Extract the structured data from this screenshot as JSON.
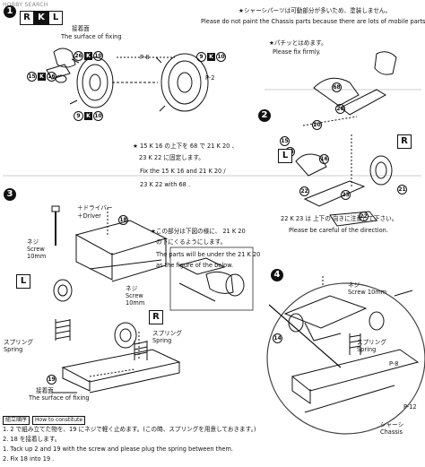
{
  "watermark": "HOBBY SEARCH",
  "steps": {
    "s1": "1",
    "s2": "2",
    "s3": "3",
    "s4": "4"
  },
  "boxes": {
    "r": "R",
    "k": "K",
    "l": "L"
  },
  "step1": {
    "fix_surface_jp": "接着面",
    "fix_surface_en": "The surface of fixing",
    "parts": [
      "26",
      "10",
      "15",
      "16",
      "9",
      "10",
      "9",
      "10"
    ],
    "ref_labels": [
      "P-8",
      "P-2"
    ]
  },
  "top_note": {
    "jp": "★シャーシパーツは可動部分が多いため、塗装しません。",
    "en": "Please do not paint the Chassis parts because there are lots of mobile parts."
  },
  "step2_note": {
    "jp": "★パチッとはめます。",
    "en": "Please fix firmly."
  },
  "step2_parts": [
    "20",
    "68",
    "20",
    "15",
    "16",
    "16",
    "22",
    "23",
    "22",
    "21"
  ],
  "mid_note": {
    "jp1": "★ 15 K 16 の上下を 68 で 21 K 20 、",
    "jp2": "23 K 22 に固定します。",
    "en1": "Fix the 15 K 16 and 21 K 20 /",
    "en2": "23 K 22 with 68 ."
  },
  "dir_note": {
    "jp": "22 K 23 は 上下の 向きに注意して下さい。",
    "en": "Please be careful of the direction."
  },
  "step3": {
    "driver_jp": "＋ドライバー",
    "driver_en": "＋Driver",
    "screw_jp": "ネジ",
    "screw_en": "Screw",
    "screw_size": "10mm",
    "spring_jp": "スプリング",
    "spring_en": "Spring",
    "fix_jp": "接着面",
    "fix_en": "The surface of fixing",
    "parts": [
      "18",
      "19"
    ],
    "note_jp1": "★この部分は下図の様に、 21 K 20",
    "note_jp2": "の下にくるようにします。",
    "note_en1": "The parts will be under the 21 K 20",
    "note_en2": "as the figure of the below."
  },
  "step4": {
    "screw_jp": "ネジ",
    "screw_en": "Screw 10mm",
    "spring_jp": "スプリング",
    "spring_en": "Spring",
    "chassis_jp": "シャーシ",
    "chassis_en": "Chassis",
    "parts": [
      "14"
    ],
    "ref_labels": [
      "P-8",
      "P-12"
    ]
  },
  "howto": {
    "head_jp": "組立順序",
    "head_en": "How to constitute",
    "line1": "1. 2 で組み立てた物を、19 にネジで軽く止めます。(この時、スプリングを用意しておきます。)",
    "line2": "2. 18 を接着します。",
    "line3": "1. Tack up 2 and 19 with the screw and please plug the spring between them.",
    "line4": "2. Fix 18 into 19 ."
  }
}
